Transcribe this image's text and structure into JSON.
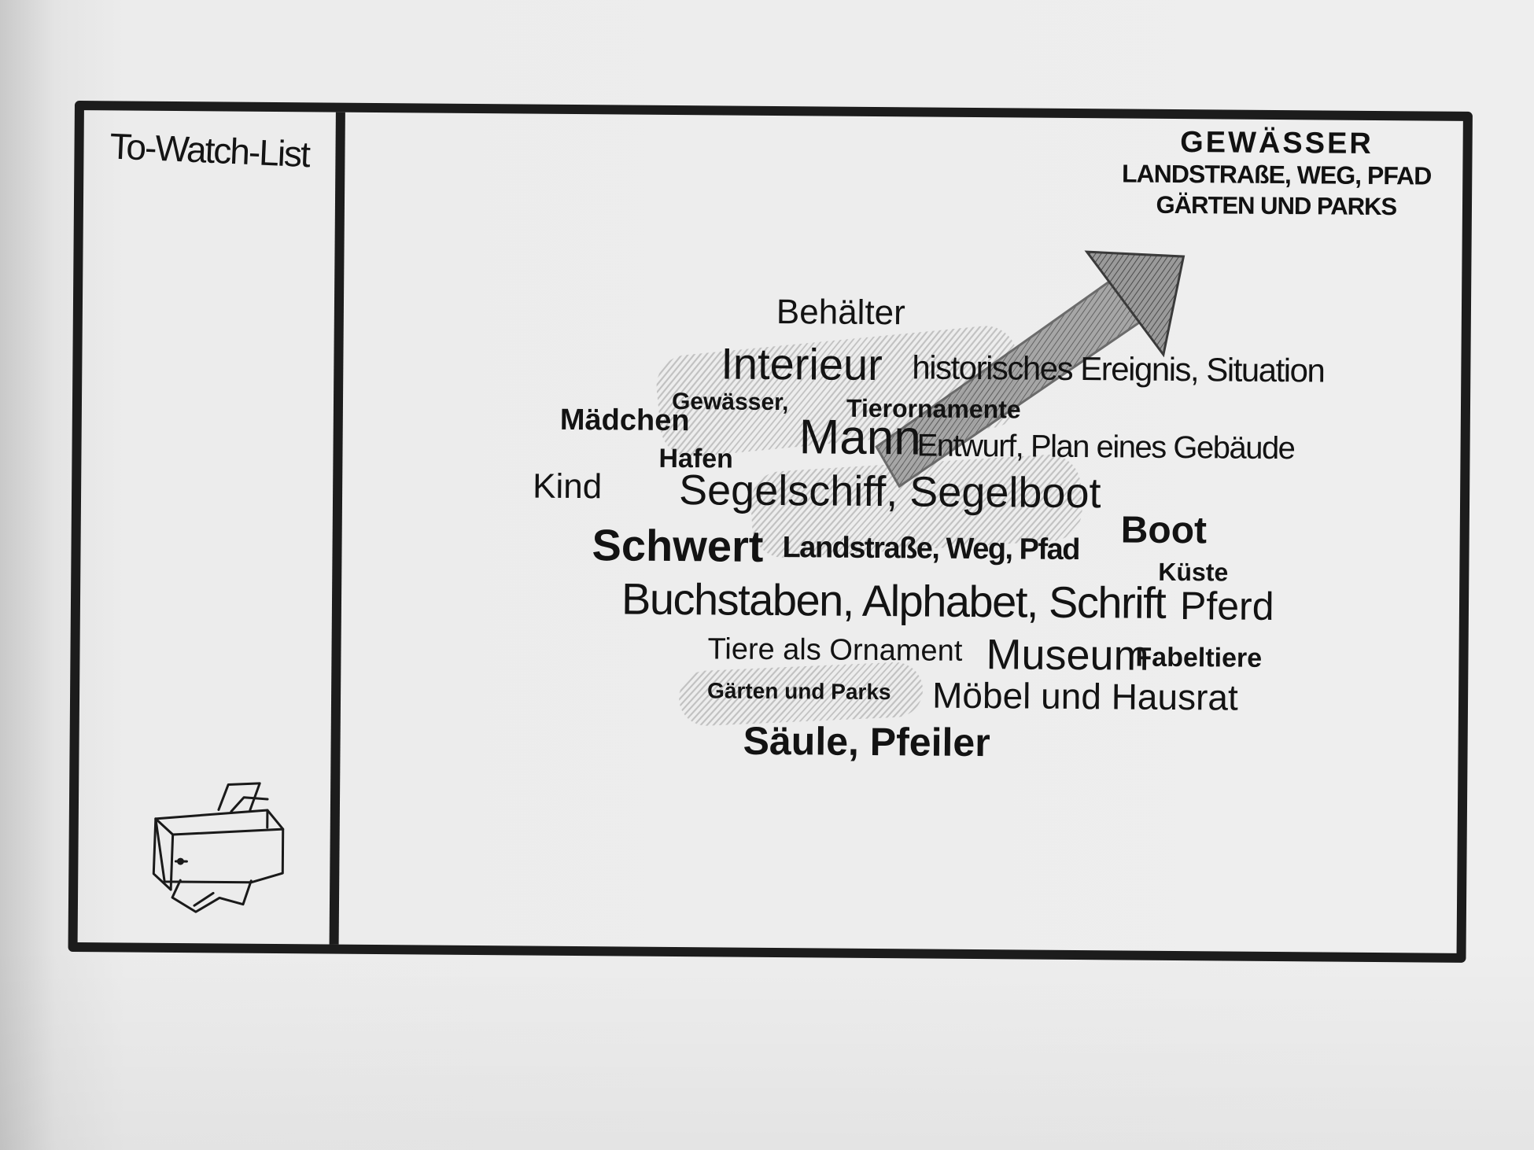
{
  "sidebar": {
    "title": "To-Watch-List",
    "print_icon": "printer-icon"
  },
  "filters": [
    "GEWÄSSER",
    "LANDSTRAßE, WEG, PFAD",
    "GÄRTEN UND PARKS"
  ],
  "arrow_icon": "arrow-up-right-icon",
  "tag_cloud": [
    "Behälter",
    "Interieur",
    "historisches Ereignis, Situation",
    "Gewässer,",
    "Tierornamente",
    "Mädchen",
    "Mann",
    "Entwurf, Plan eines Gebäude",
    "Hafen",
    "Kind",
    "Segelschiff, Segelboot",
    "Schwert",
    "Landstraße, Weg, Pfad",
    "Boot",
    "Küste",
    "Buchstaben, Alphabet, Schrift",
    "Pferd",
    "Tiere als Ornament",
    "Museum",
    "Fabeltiere",
    "Gärten und Parks",
    "Möbel und Hausrat",
    "Säule, Pfeiler"
  ]
}
